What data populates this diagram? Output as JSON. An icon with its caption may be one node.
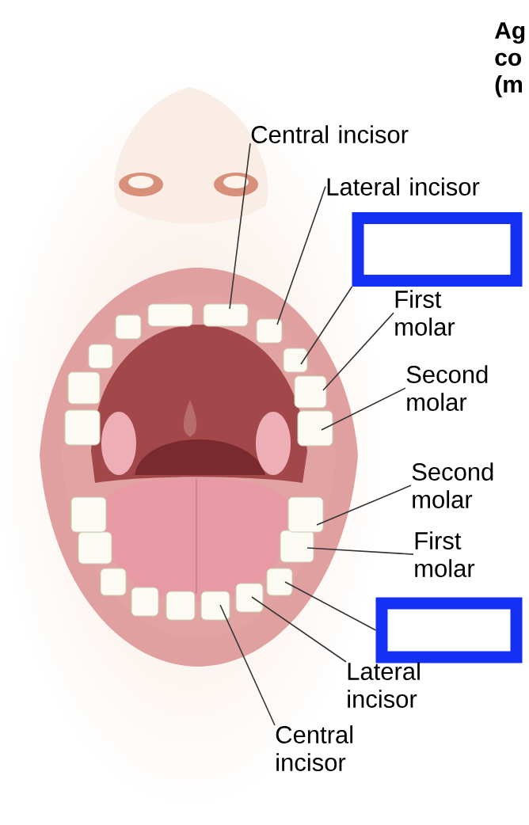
{
  "diagram": {
    "nodes": [
      {
        "text": [
          "Central incisor"
        ]
      },
      {
        "text": [
          "Lateral incisor"
        ]
      },
      {
        "text": [],
        "shape": "box"
      },
      {
        "text": [
          "First molar"
        ]
      },
      {
        "text": [
          "Second molar"
        ]
      },
      {
        "text": [
          "Second molar"
        ]
      },
      {
        "text": [
          "First molar"
        ]
      },
      {
        "text": [],
        "shape": "box"
      },
      {
        "text": [
          "Lateral incisor"
        ]
      },
      {
        "text": [
          "Central incisor"
        ]
      }
    ],
    "edges": [
      {
        "from": 0,
        "to": null,
        "arrow": "none"
      },
      {
        "from": 1,
        "to": null,
        "arrow": "none"
      },
      {
        "from": 2,
        "to": null,
        "arrow": "none"
      },
      {
        "from": 3,
        "to": null,
        "arrow": "none"
      },
      {
        "from": 4,
        "to": null,
        "arrow": "none"
      },
      {
        "from": 5,
        "to": null,
        "arrow": "none"
      },
      {
        "from": 6,
        "to": null,
        "arrow": "none"
      },
      {
        "from": 7,
        "to": null,
        "arrow": "none"
      },
      {
        "from": 8,
        "to": null,
        "arrow": "none"
      },
      {
        "from": 9,
        "to": null,
        "arrow": "none"
      }
    ],
    "labels": [
      "Ag co (m"
    ]
  }
}
